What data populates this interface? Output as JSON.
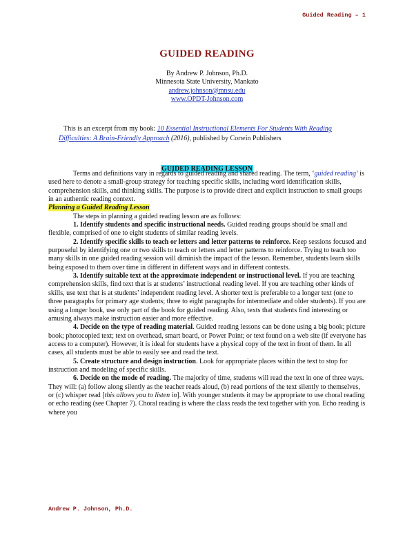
{
  "header": {
    "running_head": "Guided Reading – 1"
  },
  "title": "GUIDED READING",
  "author": {
    "name": "By Andrew P. Johnson, Ph.D.",
    "affiliation": "Minnesota State University, Mankato",
    "email": "andrew.johnson@mnsu.edu",
    "website": "www.OPDT-Johnson.com"
  },
  "excerpt": {
    "prefix": "This is an excerpt from my book: ",
    "book_title": "10 Essential Instructional Elements For Students With Reading Difficulties: A Brain-Friendly Approach",
    "year": "(2016)",
    "suffix": ", published by Corwin Publishers"
  },
  "section_heading": "GUIDED READING LESSON",
  "intro": {
    "part1": "Terms and definitions vary in regards to guided reading and shared reading.   The term, ‘",
    "term": "guided reading",
    "part2": "’ is used here to denote a small-group strategy for teaching specific skills, including word identification skills, comprehension skills, and thinking skills. The purpose is to provide direct and explicit instruction to small groups in an authentic reading context."
  },
  "subheading": "Planning a Guided Reading Lesson",
  "steps_intro": "The steps in planning a guided reading lesson are as follows:",
  "steps": [
    {
      "title": "1. Identify students and specific instructional needs.",
      "text": "  Guided reading groups should be small and flexible, comprised of one to eight students of similar reading levels."
    },
    {
      "title": "2. Identify specific skills to teach or letters and letter patterns to reinforce.",
      "text": "  Keep sessions focused and purposeful by identifying one or two skills to teach or letters and letter patterns to reinforce.  Trying to teach too many skills in one guided reading session will diminish the impact of the lesson.  Remember, students learn skills being exposed to them over time in different in different ways and in different contexts."
    },
    {
      "title": "3. Identify suitable text at the approximate independent or instructional level.",
      "text": "  If you are teaching comprehension skills, find text that is at students’ instructional reading level.  If you are teaching other kinds of skills, use text that is at students’ independent reading level.  A shorter text is preferable to a longer text (one to three paragraphs for primary age students; three to eight paragraphs for intermediate and older students).  If you are using a longer book, use only part of the book for guided reading.  Also, texts that students find interesting or amusing always make instruction easier and more effective."
    },
    {
      "title": "4. Decide on the type of reading material",
      "text": ".  Guided reading lessons can be done using a big book; picture book; photocopied text; text on overhead, smart board, or Power Point; or text found on a web site (if everyone has access to a computer).  However, it is ideal for students have a physical copy of the text in front of them.  In all cases, all students must be able to easily see and read the text."
    },
    {
      "title": "5. Create structure and design instruction",
      "text": ".  Look for appropriate places within the text to stop for instruction and modeling of specific skills."
    }
  ],
  "step6": {
    "title": "6. Decide on the mode of reading.",
    "part1": "  The majority of time, students will read the text in one of three ways.  They will: (a) follow along silently as the teacher reads aloud, (b) read portions of the text silently to themselves, or (c) whisper read [",
    "italic": "this allows you to listen in",
    "part2": "].   With younger students it may be appropriate to use choral reading or echo reading (see Chapter 7).  Choral reading is where the class reads the text together with you.  Echo reading is where you"
  },
  "footer": {
    "author": "Andrew P. Johnson, Ph.D."
  }
}
